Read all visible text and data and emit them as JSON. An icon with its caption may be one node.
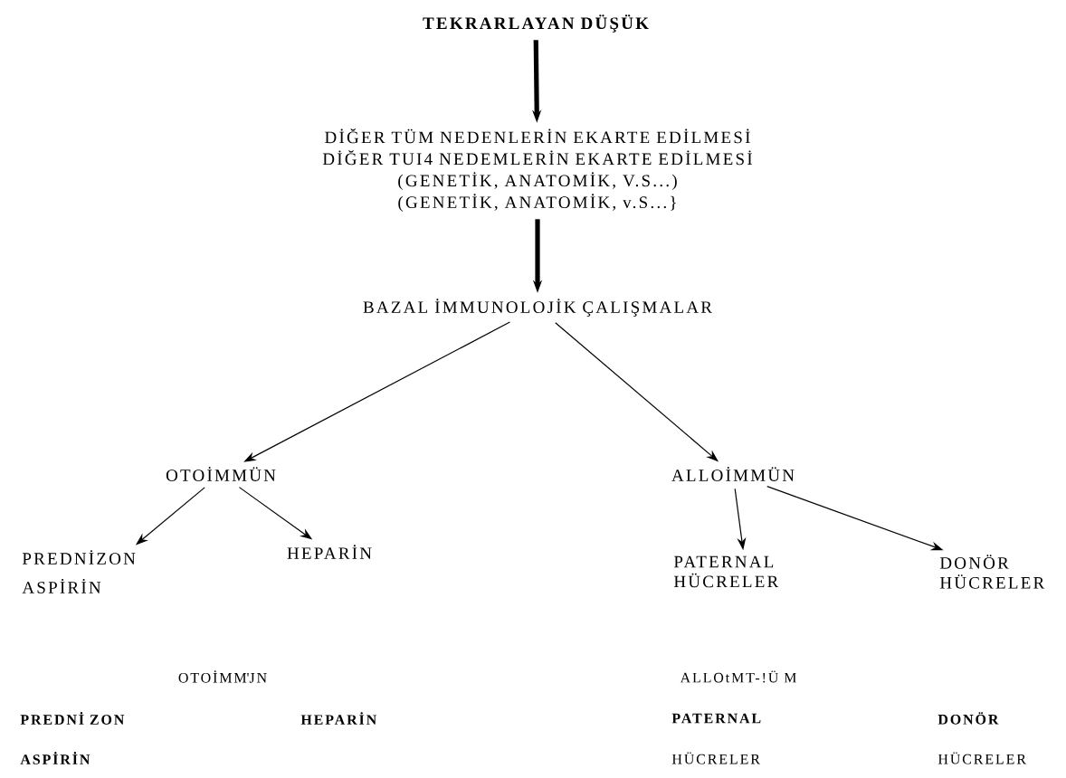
{
  "diagram": {
    "nodes": [
      {
        "text": [
          "TEKRARLAYAN DÜŞÜK"
        ]
      },
      {
        "text": [
          "DİĞER TÜM NEDENLERİN EKARTE EDİLMESİ",
          "DİĞER TUI4 NEDEMLERİN EKARTE EDİLMESİ",
          "(GENETİK, ANATOMİK, V.S...)",
          "(GENETİK, ANATOMİK, v.S...}"
        ]
      },
      {
        "text": [
          "BAZAL İMMUNOLOJİK ÇALIŞMALAR"
        ]
      },
      {
        "text": [
          "OTOİMMÜN"
        ]
      },
      {
        "text": [
          "PREDNİZON",
          "ASPİRİN"
        ]
      },
      {
        "text": [
          "HEPARİN"
        ]
      },
      {
        "text": [
          "ALLOİMMÜN"
        ]
      },
      {
        "text": [
          "PATERNAL HÜCRELER"
        ]
      },
      {
        "text": [
          "DONÖR HÜCRELER"
        ]
      }
    ],
    "edges": [
      {
        "from": 0,
        "to": 1,
        "arrow": "to",
        "style": "thick"
      },
      {
        "from": 1,
        "to": 2,
        "arrow": "to",
        "style": "thick"
      },
      {
        "from": 2,
        "to": 3,
        "arrow": "to"
      },
      {
        "from": 2,
        "to": 6,
        "arrow": "to"
      },
      {
        "from": 3,
        "to": 4,
        "arrow": "to"
      },
      {
        "from": 3,
        "to": 5,
        "arrow": "to"
      },
      {
        "from": 6,
        "to": 7,
        "arrow": "to"
      },
      {
        "from": 6,
        "to": 8,
        "arrow": "to"
      }
    ],
    "labels": [
      "OTOİMM'JN",
      "ALLOtMT-!Ü M",
      "PREDNİ ZON",
      "HEPARİN",
      "PATERNAL",
      "DONÖR",
      "ASPİRİN",
      "HÜCRELER",
      "HÜCRELER"
    ]
  }
}
